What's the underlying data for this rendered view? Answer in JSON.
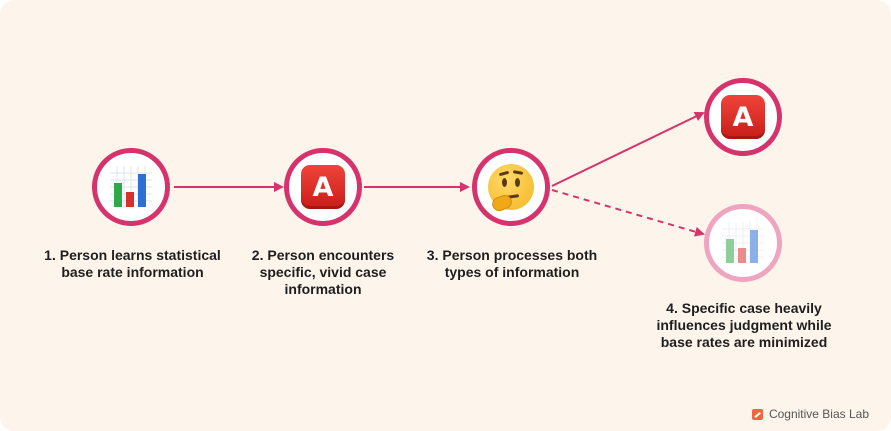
{
  "steps": [
    {
      "label": "1. Person learns statistical\nbase rate information",
      "icon": "bar-chart-icon"
    },
    {
      "label": "2. Person encounters\nspecific, vivid case\ninformation",
      "icon": "letter-a-icon",
      "icon_text": "A"
    },
    {
      "label": "3. Person processes both\ntypes of information",
      "icon": "thinking-face-icon"
    },
    {
      "label": "4. Specific case heavily\ninfluences judgment while\nbase rates are minimized"
    }
  ],
  "outcomes": [
    {
      "icon": "letter-a-icon",
      "icon_text": "A",
      "emphasis": "strong"
    },
    {
      "icon": "bar-chart-icon",
      "emphasis": "faded"
    }
  ],
  "brand": {
    "name": "Cognitive Bias Lab",
    "icon": "brand-logo-icon"
  },
  "colors": {
    "accent": "#d6336c",
    "accent_faded": "#efa4c0",
    "background": "#fdf4ec"
  }
}
